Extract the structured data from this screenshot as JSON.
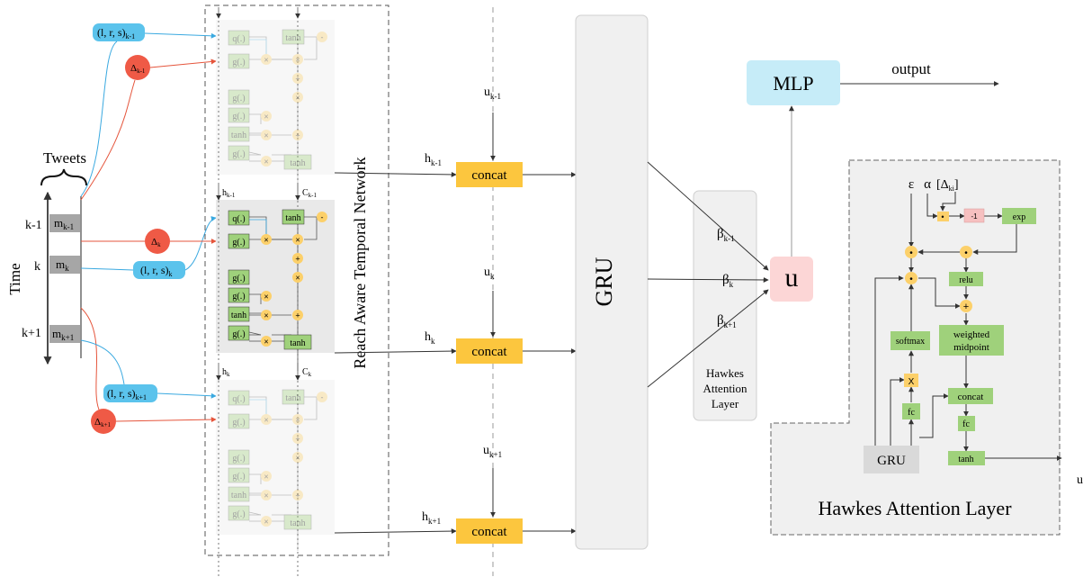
{
  "diagram": {
    "time_label": "Time",
    "tweets_label": "Tweets",
    "time_steps": [
      {
        "step": "k-1",
        "message": "m",
        "message_sub": "k-1"
      },
      {
        "step": "k",
        "message": "m",
        "message_sub": "k"
      },
      {
        "step": "k+1",
        "message": "m",
        "message_sub": "k+1"
      }
    ],
    "reach_inputs": [
      {
        "main": "(l, r, s)",
        "sub": "k-1"
      },
      {
        "main": "(l, r, s)",
        "sub": "k"
      },
      {
        "main": "(l, r, s)",
        "sub": "k+1"
      }
    ],
    "deltas": [
      {
        "main": "Δ",
        "sub": "k-1"
      },
      {
        "main": "Δ",
        "sub": "k"
      },
      {
        "main": "Δ",
        "sub": "k+1"
      }
    ],
    "cell_labels": {
      "q": "q(.)",
      "g": "g(.)",
      "tanh": "tanh",
      "minus": "-",
      "times": "×",
      "plus": "+",
      "x": "x"
    },
    "cell_states": [
      {
        "h": "h",
        "h_sub": "k-1",
        "c": "C",
        "c_sub": "k-1"
      },
      {
        "h": "h",
        "h_sub": "k",
        "c": "C",
        "c_sub": "k"
      }
    ],
    "temporal_network_label": "Reach Aware Temporal Network",
    "u_inputs": [
      {
        "main": "u",
        "sub": "k-1"
      },
      {
        "main": "u",
        "sub": "k"
      },
      {
        "main": "u",
        "sub": "k+1"
      }
    ],
    "h_outputs": [
      {
        "main": "h",
        "sub": "k-1"
      },
      {
        "main": "h",
        "sub": "k"
      },
      {
        "main": "h",
        "sub": "k+1"
      }
    ],
    "concat_label": "concat",
    "gru_label": "GRU",
    "betas": [
      {
        "main": "β",
        "sub": "k-1"
      },
      {
        "main": "β",
        "sub": "k"
      },
      {
        "main": "β",
        "sub": "k+1"
      }
    ],
    "hawkes_small": [
      "Hawkes",
      "Attention",
      "Layer"
    ],
    "u_node": "u",
    "mlp_label": "MLP",
    "output_label": "output",
    "detail": {
      "title": "Hawkes Attention Layer",
      "epsilon": "ε",
      "alpha": "α",
      "delta_bracket": "[Δ",
      "delta_sub": "ki",
      "delta_close": "]",
      "neg_one": "-1",
      "exp": "exp",
      "relu": "relu",
      "softmax": "softmax",
      "weighted": [
        "weighted",
        "midpoint"
      ],
      "concat": "concat",
      "fc": "fc",
      "tanh": "tanh",
      "gru": "GRU",
      "u_out": "u",
      "dot": "•",
      "plus": "+",
      "x": "X"
    }
  },
  "colors": {
    "reach_input": "#5bc3ec",
    "delta": "#ef5a46",
    "gate_green": "#9fd17b",
    "concat_gold": "#fcc63e",
    "mlp_blue": "#c6ecf8",
    "u_pink": "#fcd6d6",
    "gru_gray": "#f0f0f0",
    "msg_gray": "#a6a6a6",
    "op_orange": "#fcd06a",
    "neg_pink": "#f6c0c0"
  }
}
